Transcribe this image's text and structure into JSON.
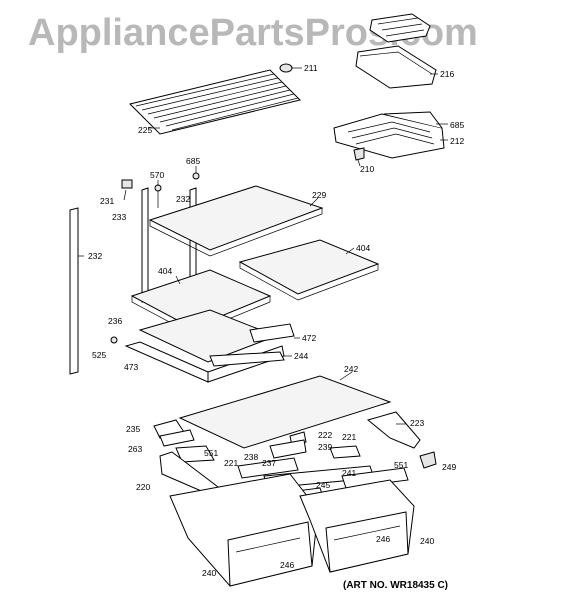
{
  "watermark": "AppliancePartsPros.com",
  "art_number": "(ART NO. WR18435 C)",
  "labels": [
    {
      "id": "l211",
      "text": "211"
    },
    {
      "id": "l216",
      "text": "216"
    },
    {
      "id": "l225",
      "text": "225"
    },
    {
      "id": "l685a",
      "text": "685"
    },
    {
      "id": "l685b",
      "text": "685"
    },
    {
      "id": "l212",
      "text": "212"
    },
    {
      "id": "l210",
      "text": "210"
    },
    {
      "id": "l570",
      "text": "570"
    },
    {
      "id": "l232a",
      "text": "232"
    },
    {
      "id": "l229",
      "text": "229"
    },
    {
      "id": "l231",
      "text": "231"
    },
    {
      "id": "l233",
      "text": "233"
    },
    {
      "id": "l232b",
      "text": "232"
    },
    {
      "id": "l404a",
      "text": "404"
    },
    {
      "id": "l404b",
      "text": "404"
    },
    {
      "id": "l236",
      "text": "236"
    },
    {
      "id": "l472",
      "text": "472"
    },
    {
      "id": "l525",
      "text": "525"
    },
    {
      "id": "l473",
      "text": "473"
    },
    {
      "id": "l244",
      "text": "244"
    },
    {
      "id": "l242",
      "text": "242"
    },
    {
      "id": "l235",
      "text": "235"
    },
    {
      "id": "l223",
      "text": "223"
    },
    {
      "id": "l222",
      "text": "222"
    },
    {
      "id": "l263",
      "text": "263"
    },
    {
      "id": "l551a",
      "text": "551"
    },
    {
      "id": "l239",
      "text": "239"
    },
    {
      "id": "l221a",
      "text": "221"
    },
    {
      "id": "l238",
      "text": "238"
    },
    {
      "id": "l221b",
      "text": "221"
    },
    {
      "id": "l237",
      "text": "237"
    },
    {
      "id": "l551b",
      "text": "551"
    },
    {
      "id": "l249",
      "text": "249"
    },
    {
      "id": "l241",
      "text": "241"
    },
    {
      "id": "l220",
      "text": "220"
    },
    {
      "id": "l245",
      "text": "245"
    },
    {
      "id": "l246a",
      "text": "246"
    },
    {
      "id": "l240a",
      "text": "240"
    },
    {
      "id": "l246b",
      "text": "246"
    },
    {
      "id": "l240b",
      "text": "240"
    }
  ]
}
